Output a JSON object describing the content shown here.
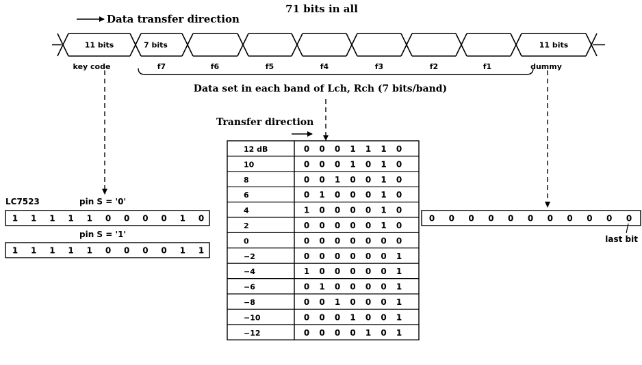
{
  "header": {
    "direction_label": "Data transfer direction",
    "total_label": "71 bits in all"
  },
  "frame": {
    "fields": [
      "11 bits",
      "7 bits",
      "",
      "",
      "",
      "",
      "",
      "",
      "11 bits"
    ],
    "names": [
      "key code",
      "f7",
      "f6",
      "f5",
      "f4",
      "f3",
      "f2",
      "f1",
      "dummy"
    ],
    "band_caption": "Data set in each band of Lch, Rch (7 bits/band)"
  },
  "band_table": {
    "transfer_label": "Transfer direction",
    "rows": [
      {
        "label": "12 dB",
        "bits": "0001110"
      },
      {
        "label": "10",
        "bits": "0001010"
      },
      {
        "label": "8",
        "bits": "0010010"
      },
      {
        "label": "6",
        "bits": "0100010"
      },
      {
        "label": "4",
        "bits": "1000010"
      },
      {
        "label": "2",
        "bits": "0000010"
      },
      {
        "label": "0",
        "bits": "0000000"
      },
      {
        "label": "−2",
        "bits": "0000001"
      },
      {
        "label": "−4",
        "bits": "1000001"
      },
      {
        "label": "−6",
        "bits": "0100001"
      },
      {
        "label": "−8",
        "bits": "0010001"
      },
      {
        "label": "−10",
        "bits": "0001001"
      },
      {
        "label": "−12",
        "bits": "0000101"
      }
    ]
  },
  "key_code": {
    "chip": "LC7523",
    "pin0_label": "pin S = '0'",
    "pin0_bits": "11111000010",
    "pin1_label": "pin S = '1'",
    "pin1_bits": "11111000011"
  },
  "dummy": {
    "bits": "00000000000",
    "last_bit_label": "last bit"
  }
}
